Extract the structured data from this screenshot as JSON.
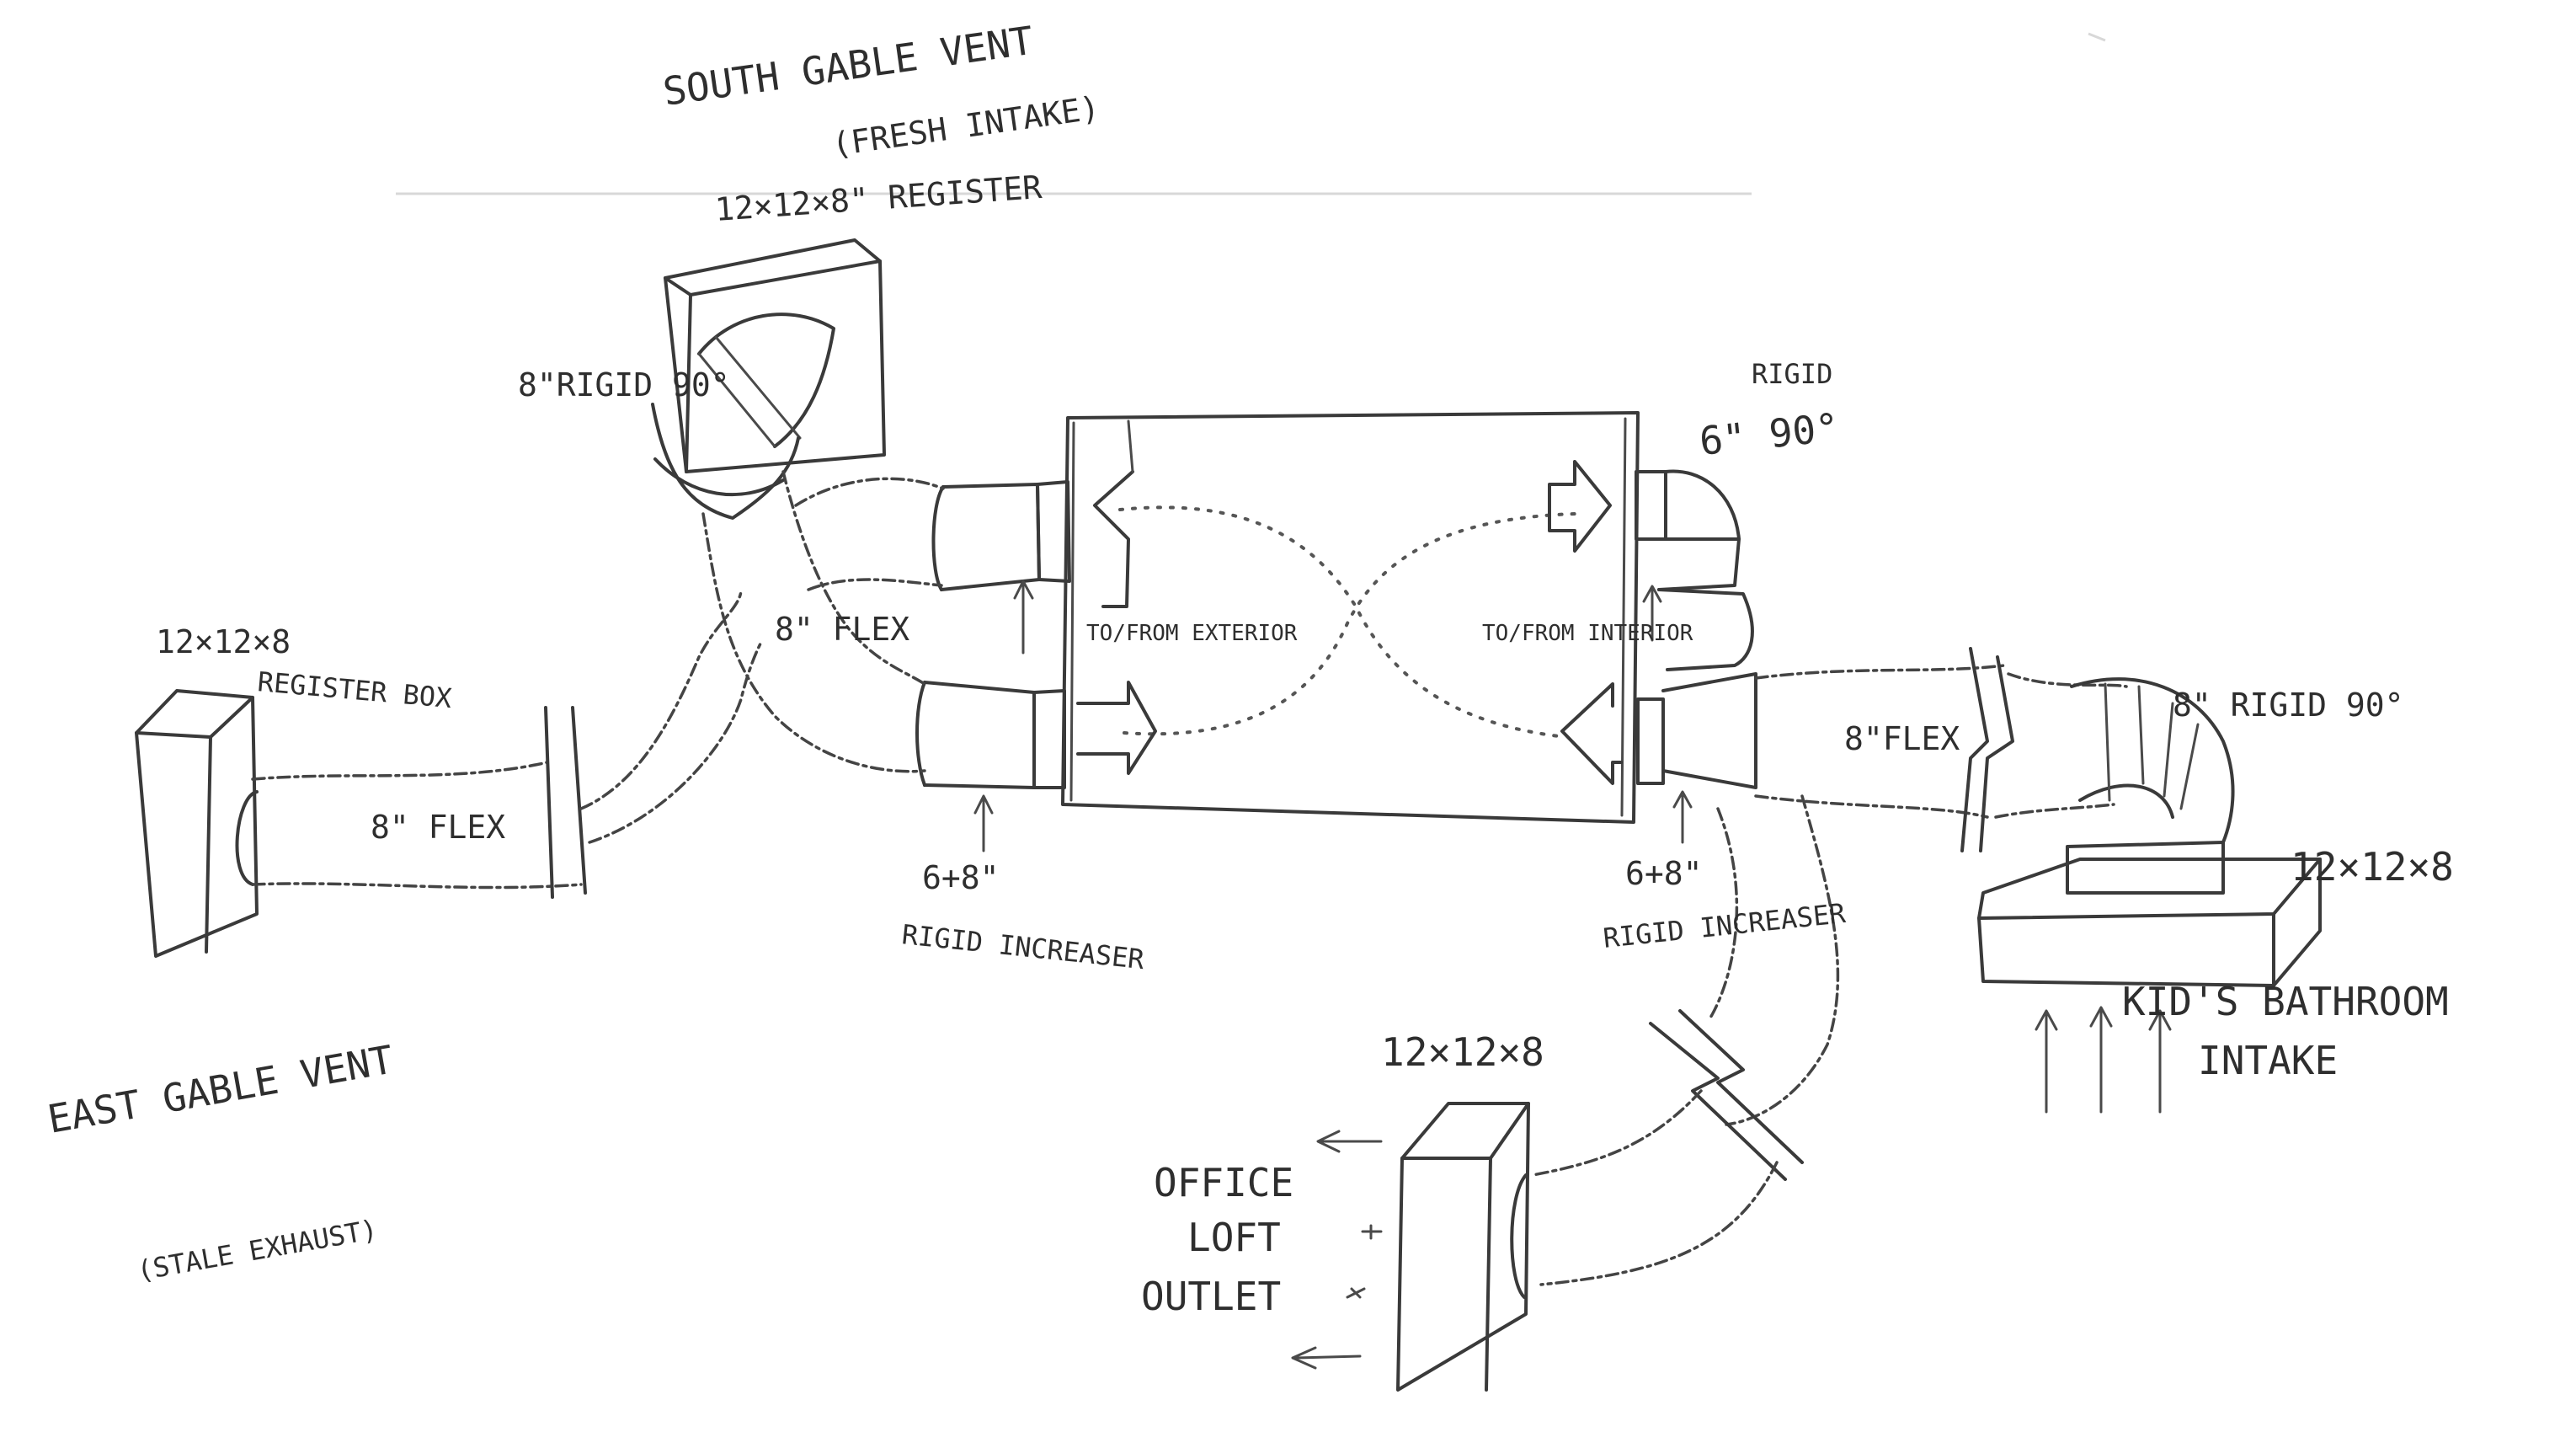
{
  "labels": {
    "south_gable_vent": "South Gable Vent",
    "fresh_intake": "(Fresh Intake)",
    "south_register": "12×12×8\" Register",
    "rigid_90_south": "8\"Rigid 90°",
    "flex_south": "8\" Flex",
    "east_register_size": "12×12×8",
    "register_box": "Register Box",
    "east_flex": "8\" Flex",
    "east_gable_vent": "East Gable Vent",
    "stale_exhaust": "(Stale Exhaust)",
    "increaser_left_size": "6+8\"",
    "increaser_left": "Rigid Increaser",
    "to_from_exterior": "To/From Exterior",
    "to_from_interior": "To/From Interior",
    "rigid_label": "Rigid",
    "rigid_6_90": "6\" 90°",
    "increaser_right_size": "6+8\"",
    "increaser_right": "Rigid Increaser",
    "flex_right": "8\"Flex",
    "rigid_90_right": "8\" Rigid 90°",
    "bath_box_size": "12×12×8",
    "kids_bathroom": "Kid's Bathroom",
    "intake": "Intake",
    "office_box_size": "12×12×8",
    "office": "Office",
    "loft": "Loft",
    "outlet": "Outlet"
  }
}
